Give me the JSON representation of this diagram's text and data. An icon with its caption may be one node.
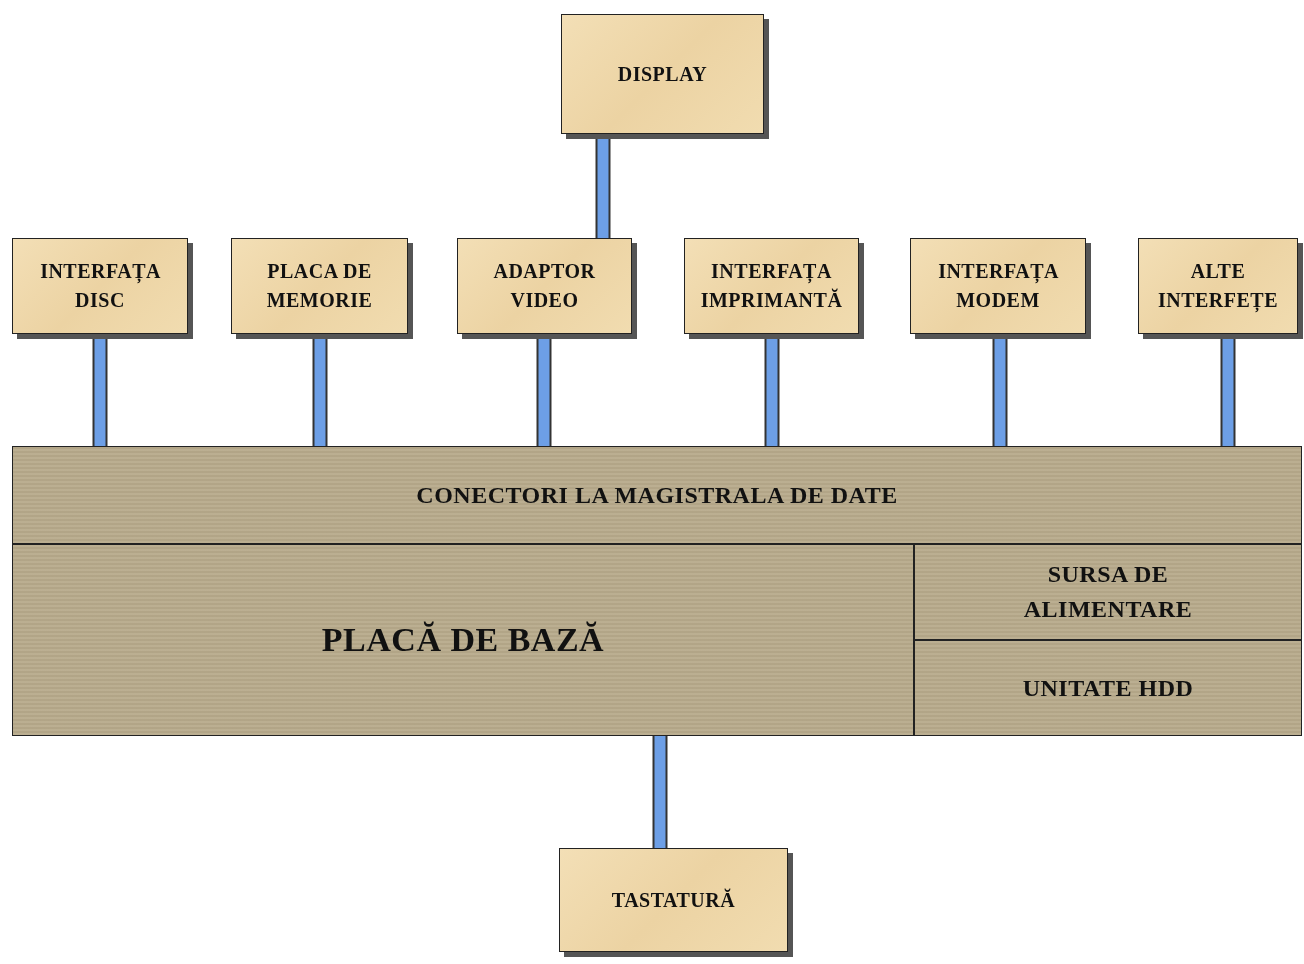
{
  "diagram": {
    "nodes": [
      {
        "text": [
          "DISPLAY"
        ]
      },
      {
        "text": [
          "INTERFAȚA DISC"
        ]
      },
      {
        "text": [
          "PLACA DE MEMORIE"
        ]
      },
      {
        "text": [
          "ADAPTOR VIDEO"
        ]
      },
      {
        "text": [
          "INTERFAȚA IMPRIMANTĂ"
        ]
      },
      {
        "text": [
          "INTERFAȚA MODEM"
        ]
      },
      {
        "text": [
          "ALTE INTERFEȚE"
        ]
      },
      {
        "text": [
          "CONECTORI LA MAGISTRALA DE DATE"
        ]
      },
      {
        "text": [
          "PLACĂ DE BAZĂ"
        ]
      },
      {
        "text": [
          "SURSA DE ALIMENTARE"
        ]
      },
      {
        "text": [
          "UNITATE HDD"
        ]
      },
      {
        "text": [
          "TASTATURĂ"
        ]
      }
    ],
    "edges": [
      {
        "from": 3,
        "to": 0,
        "arrow": "none"
      },
      {
        "from": 1,
        "to": 7,
        "arrow": "none"
      },
      {
        "from": 2,
        "to": 7,
        "arrow": "none"
      },
      {
        "from": 3,
        "to": 7,
        "arrow": "none"
      },
      {
        "from": 4,
        "to": 7,
        "arrow": "none"
      },
      {
        "from": 5,
        "to": 7,
        "arrow": "none"
      },
      {
        "from": 6,
        "to": 7,
        "arrow": "none"
      },
      {
        "from": 8,
        "to": 11,
        "arrow": "none"
      }
    ]
  }
}
